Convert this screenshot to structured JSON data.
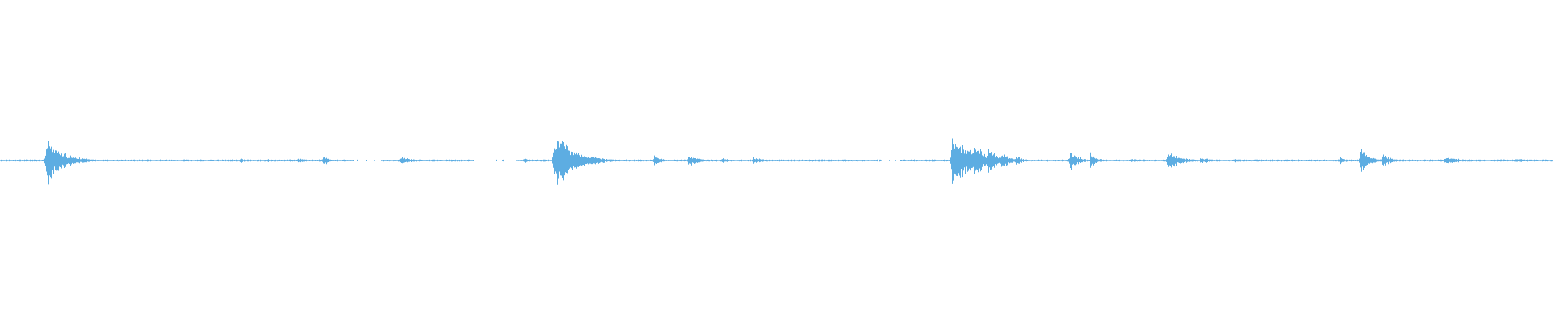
{
  "waveform": {
    "color": "#5dade2",
    "baseline_amplitude": 0.025,
    "duration_fraction_gaps": [
      [
        0.228,
        0.245
      ],
      [
        0.305,
        0.332
      ],
      [
        0.565,
        0.58
      ]
    ],
    "events": [
      {
        "position": 0.03,
        "amplitude": 0.8,
        "decay": 0.01
      },
      {
        "position": 0.155,
        "amplitude": 0.08,
        "decay": 0.004
      },
      {
        "position": 0.172,
        "amplitude": 0.07,
        "decay": 0.004
      },
      {
        "position": 0.192,
        "amplitude": 0.08,
        "decay": 0.004
      },
      {
        "position": 0.208,
        "amplitude": 0.22,
        "decay": 0.003
      },
      {
        "position": 0.258,
        "amplitude": 0.12,
        "decay": 0.008
      },
      {
        "position": 0.338,
        "amplitude": 0.1,
        "decay": 0.003
      },
      {
        "position": 0.357,
        "amplitude": 1.0,
        "decay": 0.012
      },
      {
        "position": 0.421,
        "amplitude": 0.25,
        "decay": 0.004
      },
      {
        "position": 0.443,
        "amplitude": 0.22,
        "decay": 0.006
      },
      {
        "position": 0.465,
        "amplitude": 0.1,
        "decay": 0.004
      },
      {
        "position": 0.485,
        "amplitude": 0.12,
        "decay": 0.006
      },
      {
        "position": 0.613,
        "amplitude": 1.0,
        "decay": 0.01
      },
      {
        "position": 0.627,
        "amplitude": 0.7,
        "decay": 0.006
      },
      {
        "position": 0.636,
        "amplitude": 0.55,
        "decay": 0.005
      },
      {
        "position": 0.645,
        "amplitude": 0.35,
        "decay": 0.005
      },
      {
        "position": 0.654,
        "amplitude": 0.18,
        "decay": 0.004
      },
      {
        "position": 0.689,
        "amplitude": 0.35,
        "decay": 0.005
      },
      {
        "position": 0.702,
        "amplitude": 0.25,
        "decay": 0.004
      },
      {
        "position": 0.728,
        "amplitude": 0.08,
        "decay": 0.004
      },
      {
        "position": 0.752,
        "amplitude": 0.32,
        "decay": 0.008
      },
      {
        "position": 0.773,
        "amplitude": 0.12,
        "decay": 0.006
      },
      {
        "position": 0.795,
        "amplitude": 0.06,
        "decay": 0.008
      },
      {
        "position": 0.863,
        "amplitude": 0.1,
        "decay": 0.004
      },
      {
        "position": 0.876,
        "amplitude": 0.45,
        "decay": 0.005
      },
      {
        "position": 0.89,
        "amplitude": 0.22,
        "decay": 0.006
      },
      {
        "position": 0.93,
        "amplitude": 0.12,
        "decay": 0.012
      },
      {
        "position": 0.975,
        "amplitude": 0.07,
        "decay": 0.01
      }
    ]
  }
}
